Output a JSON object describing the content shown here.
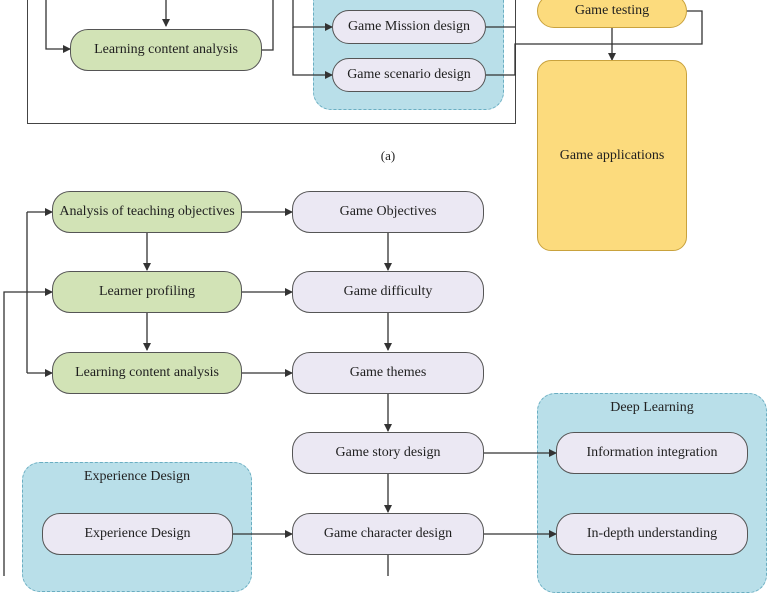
{
  "panel_a": {
    "caption": "(a)",
    "nodes": {
      "learning_content_analysis": "Learning content analysis",
      "game_mission_design": "Game Mission design",
      "game_scenario_design": "Game scenario design",
      "game_testing": "Game testing",
      "game_applications": "Game applications"
    }
  },
  "panel_b": {
    "nodes": {
      "analysis_of_teaching_objectives": "Analysis of teaching objectives",
      "learner_profiling": "Learner profiling",
      "learning_content_analysis": "Learning content analysis",
      "game_objectives": "Game Objectives",
      "game_difficulty": "Game difficulty",
      "game_themes": "Game themes",
      "game_story_design": "Game story design",
      "game_character_design": "Game character design",
      "experience_design": "Experience Design",
      "information_integration": "Information integration",
      "in_depth_understanding": "In-depth understanding"
    },
    "groups": {
      "experience_design": "Experience Design",
      "deep_learning": "Deep Learning"
    }
  },
  "colors": {
    "green_node": "#d2e3b6",
    "lilac_node": "#ebe8f3",
    "yellow_node": "#fcdb7d",
    "blue_group": "#b9dfe9",
    "line": "#333333"
  }
}
